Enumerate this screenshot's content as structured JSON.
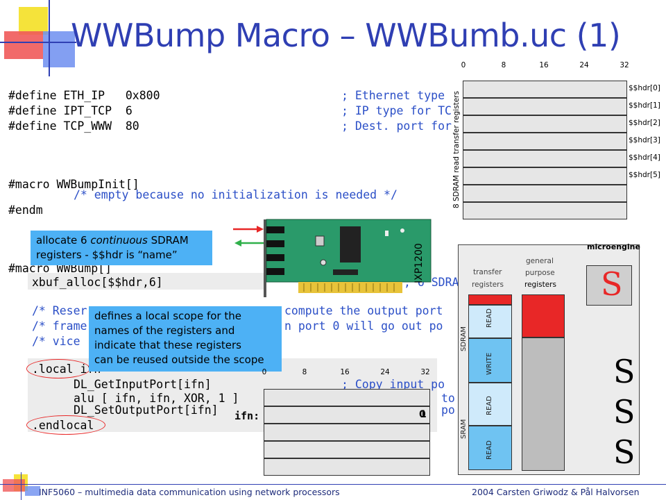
{
  "title": "WWBump Macro – WWBumb.uc (1)",
  "code": {
    "line_define1": "#define ETH_IP   0x800",
    "line_define1_comment": "; Ethernet type",
    "line_define2": "#define IPT_TCP  6",
    "line_define2_comment": "; IP type for TC",
    "line_define3": "#define TCP_WWW  80",
    "line_define3_comment": "; Dest. port for",
    "line_macro_init": "#macro WWBumpInit[]",
    "line_empty_comment": "/* empty because no initialization is needed */",
    "line_endm": "#endm",
    "line_macro_bump": "#macro WWBump[]",
    "line_xbuf": "xbuf_alloc[$$hdr,6]",
    "line_xbuf_comment": "; 6 SDRAM",
    "line_reserve_a": "/* Reser",
    "line_reserve_b": "compute the output port",
    "line_frame_a": "/* frame",
    "line_frame_b": "n port 0 will go out po",
    "line_vice": "/* vice",
    "line_local": ".local ifn",
    "line_dl_get": "DL_GetInputPort[ifn]",
    "line_dl_get_comment": "; Copy input po",
    "line_alu": "alu [ ifn, ifn, XOR, 1 ]",
    "line_alu_comment": "to",
    "line_dl_set": "DL_SetOutputPort[ifn]",
    "line_dl_set_comment": "po",
    "line_endlocal": ".endlocal"
  },
  "callouts": {
    "alloc_line1_pre": "allocate 6 ",
    "alloc_line1_em": "continuous",
    "alloc_line1_post": " SDRAM",
    "alloc_line2": "registers - $$hdr is “name”",
    "scope_line1": "defines a local scope for the",
    "scope_line2": "names of the registers and",
    "scope_line3": "indicate that these registers",
    "scope_line4": "can be reused outside the scope"
  },
  "sdram_regs": {
    "ticks": [
      "0",
      "8",
      "16",
      "24",
      "32"
    ],
    "labels": [
      "$$hdr[0]",
      "$$hdr[1]",
      "$$hdr[2]",
      "$$hdr[3]",
      "$$hdr[4]",
      "$$hdr[5]"
    ],
    "side_label": "8 SDRAM read transfer registers"
  },
  "ifn_regs": {
    "ticks": [
      "0",
      "8",
      "16",
      "24",
      "32"
    ],
    "label": "ifn:",
    "value_a": "0",
    "value_b": "1"
  },
  "microengine": {
    "title": "microengine",
    "transfer_label_1": "transfer",
    "transfer_label_2": "registers",
    "general_label_1": "general",
    "general_label_2": "purpose",
    "general_label_3": "registers",
    "sdram_label": "SDRAM",
    "sram_label": "SRAM",
    "read1": "READ",
    "write": "WRITE",
    "read2": "READ",
    "read3": "READ"
  },
  "card_label": "IXP1200",
  "footer": {
    "left": "INF5060 – multimedia data communication using network processors",
    "right": "2004  Carsten Griwodz & Pål Halvorsen"
  },
  "colors": {
    "title": "#2f3fb3",
    "comment": "#2b4fc7",
    "callout": "#4db1f5",
    "register_red": "#e82727",
    "transfer_blue": "#6fc3f2",
    "card_green": "#2a9a6a"
  }
}
